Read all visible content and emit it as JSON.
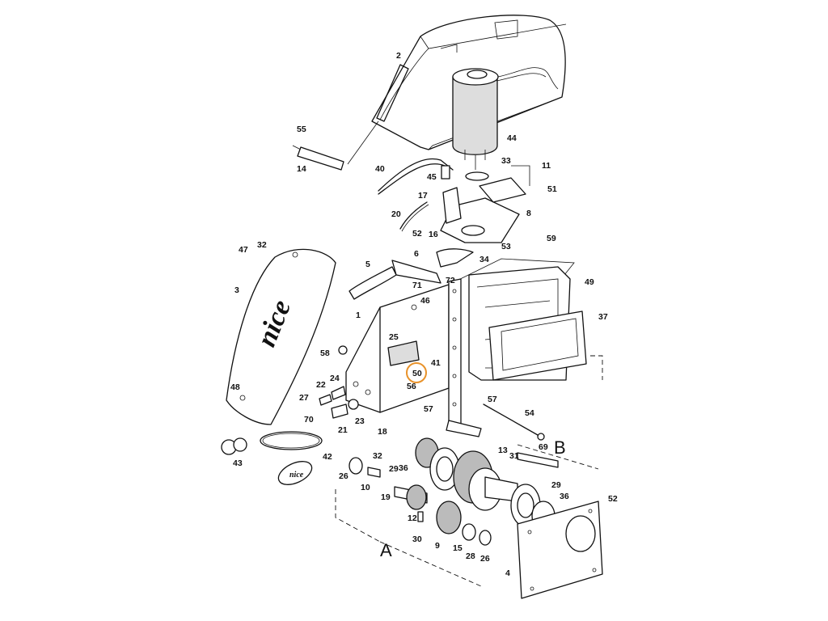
{
  "diagram": {
    "brand_text": "nice",
    "cover_logo_text": "nice",
    "watermark_text": "",
    "group_labels": {
      "a": "A",
      "b": "B"
    },
    "highlight_color": "#e8922a",
    "highlighted_part": "50",
    "labels": [
      "2",
      "55",
      "14",
      "40",
      "45",
      "17",
      "20",
      "52",
      "16",
      "53",
      "33",
      "11",
      "51",
      "8",
      "44",
      "47",
      "32",
      "3",
      "5",
      "6",
      "71",
      "72",
      "1",
      "46",
      "25",
      "58",
      "50",
      "56",
      "18",
      "22",
      "24",
      "27",
      "21",
      "23",
      "70",
      "43",
      "42",
      "59",
      "49",
      "37",
      "41",
      "57",
      "57",
      "34",
      "54",
      "B",
      "69",
      "13",
      "31",
      "29",
      "36",
      "26",
      "32",
      "10",
      "19",
      "12",
      "30",
      "9",
      "15",
      "28",
      "26",
      "29",
      "36",
      "52",
      "4",
      "A",
      "48"
    ]
  }
}
